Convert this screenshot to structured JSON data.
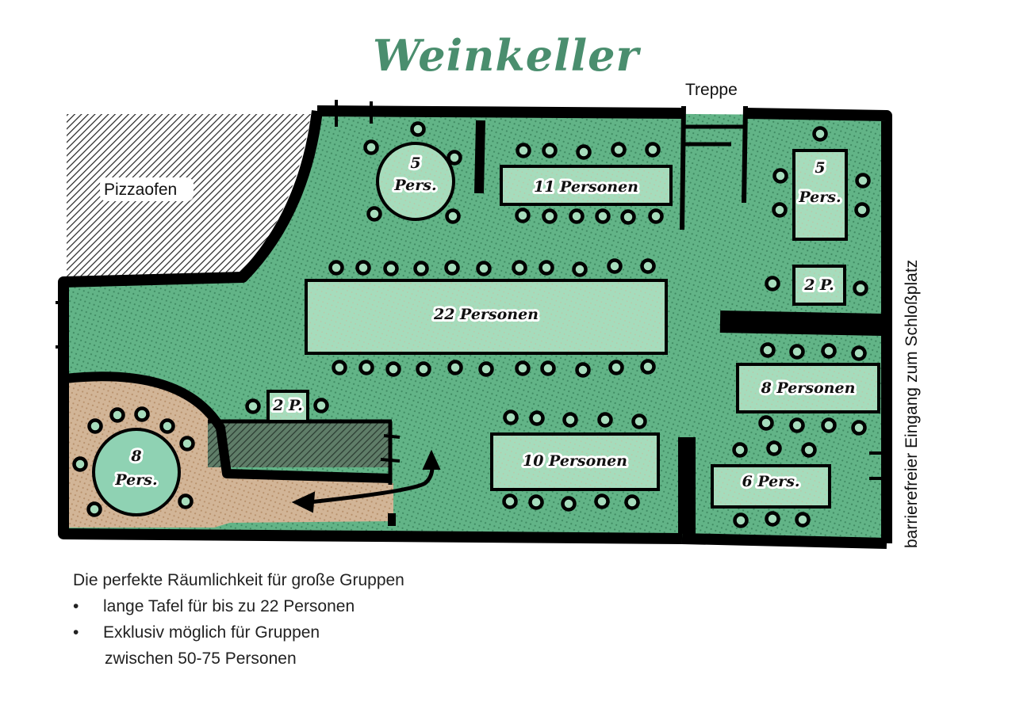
{
  "title": "Weinkeller",
  "labels": {
    "pizza_oven": "Pizzaofen",
    "stairs": "Treppe",
    "entrance": "barrierefreier Eingang zum Schloßplatz"
  },
  "colors": {
    "floor_green": "#62b487",
    "table_fill": "#a6dcbc",
    "lounge_tan": "#d2b597",
    "round_table_teal": "#8fd2b3",
    "wall": "#000000",
    "title_green": "#4a8e6e",
    "counter_dark": "#3c5a48"
  },
  "tables": [
    {
      "id": "round-5-top",
      "shape": "round",
      "capacity": 5,
      "label_lines": [
        "5",
        "Pers."
      ]
    },
    {
      "id": "rect-11",
      "shape": "rect",
      "capacity": 11,
      "label_lines": [
        "11 Personen"
      ]
    },
    {
      "id": "rect-5-right",
      "shape": "rect",
      "capacity": 5,
      "label_lines": [
        "5",
        "Pers."
      ]
    },
    {
      "id": "rect-2-right",
      "shape": "rect",
      "capacity": 2,
      "label_lines": [
        "2 P."
      ]
    },
    {
      "id": "long-22",
      "shape": "rect",
      "capacity": 22,
      "label_lines": [
        "22 Personen"
      ]
    },
    {
      "id": "rect-8",
      "shape": "rect",
      "capacity": 8,
      "label_lines": [
        "8 Personen"
      ]
    },
    {
      "id": "rect-2-bar",
      "shape": "rect",
      "capacity": 2,
      "label_lines": [
        "2 P."
      ]
    },
    {
      "id": "round-8-lounge",
      "shape": "round",
      "capacity": 8,
      "label_lines": [
        "8",
        "Pers."
      ]
    },
    {
      "id": "rect-10",
      "shape": "rect",
      "capacity": 10,
      "label_lines": [
        "10 Personen"
      ]
    },
    {
      "id": "rect-6",
      "shape": "rect",
      "capacity": 6,
      "label_lines": [
        "6 Pers."
      ]
    }
  ],
  "notes": {
    "intro": "Die perfekte Räumlichkeit für große Gruppen",
    "bullets": [
      {
        "symbol": "•",
        "text": "lange Tafel für bis zu 22 Personen"
      },
      {
        "symbol": "•",
        "text": "Exklusiv möglich für Gruppen",
        "continuation": "zwischen 50-75 Personen"
      }
    ]
  }
}
